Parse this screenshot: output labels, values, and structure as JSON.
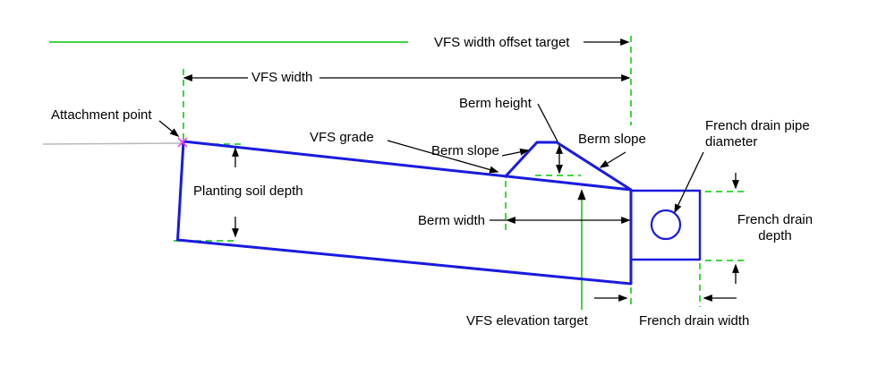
{
  "colors": {
    "shape_blue": "#1a1ae0",
    "reference_green": "#00c800",
    "annotation_black": "#000000",
    "attachment_magenta": "#e645e6",
    "ground_gray": "#b8b8b8",
    "background": "#ffffff"
  },
  "labels": {
    "vfs_width_offset_target": "VFS width offset target",
    "vfs_width": "VFS width",
    "attachment_point": "Attachment point",
    "vfs_grade": "VFS grade",
    "berm_height": "Berm height",
    "berm_slope_left": "Berm slope",
    "berm_slope_right": "Berm slope",
    "planting_soil_depth": "Planting soil depth",
    "berm_width": "Berm width",
    "french_drain_pipe_diameter_line1": "French drain pipe",
    "french_drain_pipe_diameter_line2": "diameter",
    "french_drain_depth_line1": "French drain",
    "french_drain_depth_line2": "depth",
    "vfs_elevation_target": "VFS elevation target",
    "french_drain_width": "French drain width"
  }
}
